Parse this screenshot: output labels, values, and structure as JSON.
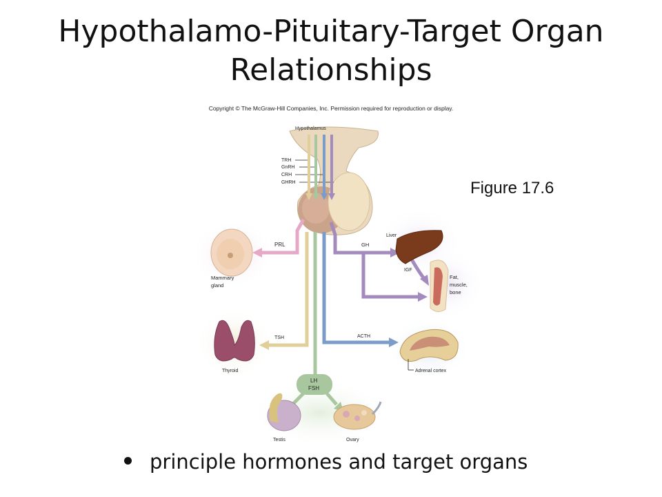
{
  "slide": {
    "title_line1": "Hypothalamo-Pituitary-Target Organ",
    "title_line2": "Relationships",
    "copyright": "Copyright © The McGraw-Hill Companies, Inc. Permission required for reproduction or display.",
    "figure_label": "Figure 17.6",
    "bullet": "principle hormones and target organs"
  },
  "diagram": {
    "hypothalamus": "Hypothalamus",
    "releasing_hormones": [
      "TRH",
      "GnRH",
      "CRH",
      "GHRH"
    ],
    "hormones": {
      "prl": "PRL",
      "gh": "GH",
      "igf": "IGF",
      "tsh": "TSH",
      "acth": "ACTH",
      "lh": "LH",
      "fsh": "FSH"
    },
    "organs": {
      "mammary_line1": "Mammary",
      "mammary_line2": "gland",
      "liver": "Liver",
      "fat_line1": "Fat,",
      "fat_line2": "muscle,",
      "fat_line3": "bone",
      "thyroid": "Thyroid",
      "adrenal": "Adrenal cortex",
      "testis": "Testis",
      "ovary": "Ovary"
    },
    "colors": {
      "prl": "#e5a8c6",
      "gh": "#a48bbd",
      "tsh": "#e0cf98",
      "acth": "#7b9cc8",
      "gonad": "#a9c79f"
    }
  }
}
